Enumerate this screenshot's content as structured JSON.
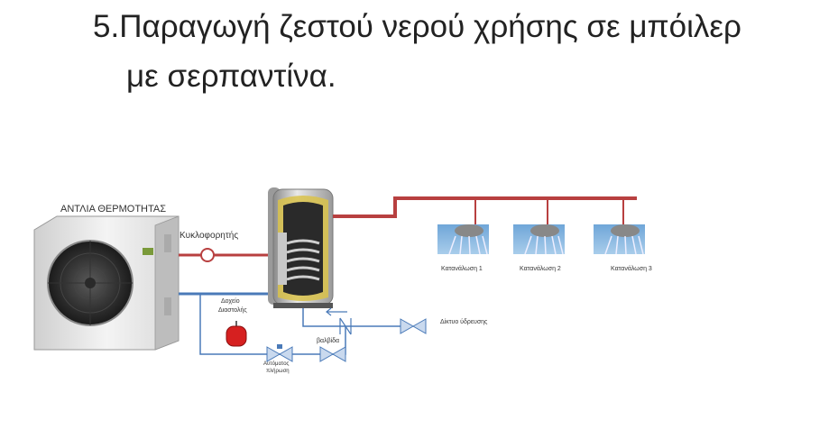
{
  "title": {
    "line1": "5.Παραγωγή ζεστού νερού χρήσης σε μπόιλερ",
    "line2": "με σερπαντίνα."
  },
  "diagram": {
    "heat_pump_label": "ΑΝΤΛΙΑ ΘΕΡΜΟΤΗΤΑΣ",
    "circulator_label": "Κυκλοφορητής",
    "expansion_tank_label_1": "Δοχείο",
    "expansion_tank_label_2": "Διαστολής",
    "valve_label": "βαλβίδα",
    "auto_fill_label_1": "Αυτόματος",
    "auto_fill_label_2": "πλήρωση",
    "water_network_label": "Δίκτυο ύδρευσης",
    "consumers": [
      "Κατανάλωση  1",
      "Κατανάλωση  2",
      "Κατανάλωση  3"
    ]
  },
  "colors": {
    "hot_pipe": "#b84040",
    "cold_pipe": "#4a7ab8",
    "text": "#222222"
  }
}
